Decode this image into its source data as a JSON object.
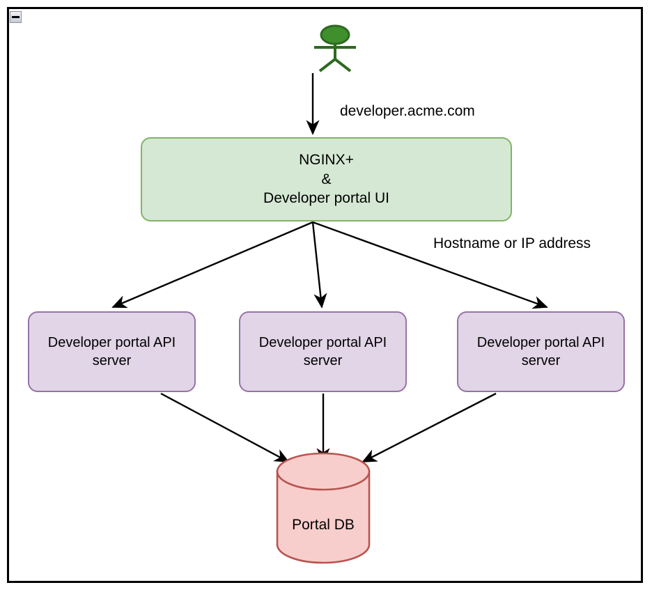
{
  "frame": {
    "collapse_icon": "minimize-icon",
    "collapse_label": "–"
  },
  "colors": {
    "green_fill": "#d5e8d4",
    "green_stroke": "#82b366",
    "purple_fill": "#e1d5e7",
    "purple_stroke": "#9673a6",
    "red_fill": "#f8cecc",
    "red_stroke": "#b85450",
    "actor_stroke": "#2d6a1f",
    "actor_head_fill": "#3f8f2d",
    "edge_stroke": "#000000",
    "frame_stroke": "#000000"
  },
  "actor": {
    "icon": "user-actor-icon",
    "name": "end-user"
  },
  "nodes": {
    "gateway": {
      "label": "NGINX+\n&\nDeveloper portal UI"
    },
    "api_servers": [
      {
        "label": "Developer portal API\nserver"
      },
      {
        "label": "Developer portal API\nserver"
      },
      {
        "label": "Developer portal API\nserver"
      }
    ],
    "database": {
      "label": "Portal DB"
    }
  },
  "edge_labels": {
    "user_to_gateway": "developer.acme.com",
    "gateway_to_api": "Hostname or IP address"
  }
}
